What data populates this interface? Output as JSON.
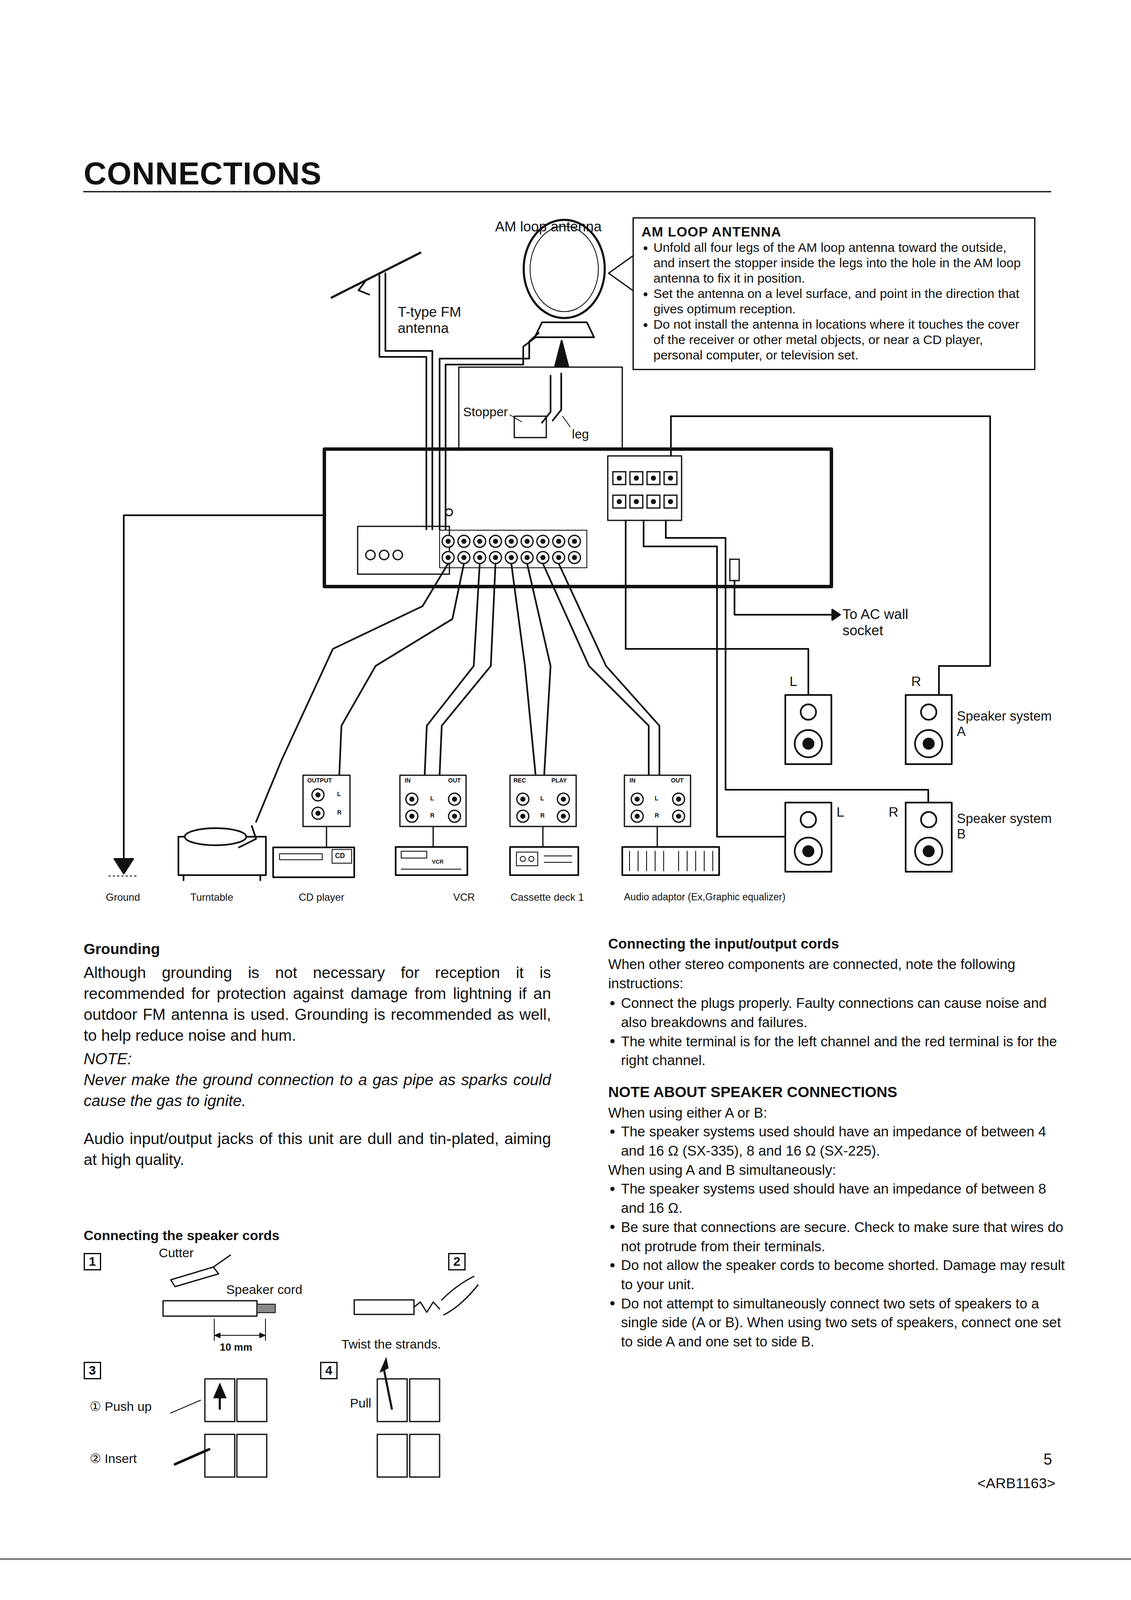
{
  "diagram": {
    "title": "CONNECTIONS",
    "nodes": [
      {
        "text": [
          "AM LOOP ANTENNA",
          "Unfold all four legs of the AM loop antenna toward the outside, and insert the stopper inside the legs into the hole in the AM loop antenna to fix it in position.",
          "Set the antenna on a level surface, and point in the direction that gives optimum reception.",
          "Do not install the antenna in locations where it touches the cover of the receiver or other metal objects, or near a CD player, personal computer, or television set."
        ]
      }
    ],
    "labels": [
      "AM loop antenna",
      "T-type FM antenna",
      "Stopper",
      "leg",
      "To AC wall socket",
      "L",
      "R",
      "Speaker system A",
      "L",
      "R",
      "Speaker system B",
      "Ground",
      "Turntable",
      "CD player",
      "VCR",
      "Cassette deck 1",
      "Audio adaptor (Ex,Graphic equalizer)",
      "OUTPUT",
      "L",
      "R",
      "IN",
      "OUT",
      "L",
      "R",
      "REC",
      "PLAY",
      "L",
      "R",
      "IN",
      "OUT",
      "L",
      "R",
      "CD",
      "VCR",
      "Grounding",
      "Although grounding is not necessary for reception it is recommended for protection against damage from lightning if an outdoor FM antenna is used. Grounding is recommended as well, to help reduce noise and hum.",
      "NOTE:",
      "Never make the ground connection to a gas pipe as sparks could cause the gas to ignite.",
      "Audio input/output jacks of this unit are dull and tin-plated, aiming at high quality.",
      "Connecting the speaker cords",
      "1",
      "Cutter",
      "Speaker cord",
      "10 mm",
      "2",
      "Twist the strands.",
      "3",
      "① Push up",
      "② Insert",
      "4",
      "Pull",
      "Connecting the input/output cords",
      "When other stereo components are connected, note the following instructions:",
      "Connect the plugs properly. Faulty connections can cause noise and also breakdowns and failures.",
      "The white terminal is for the left channel and the red terminal is for the right channel.",
      "NOTE ABOUT SPEAKER CONNECTIONS",
      "When using either A or B:",
      "The speaker systems used should have an impedance of between 4 and 16 Ω (SX-335), 8 and 16 Ω (SX-225).",
      "When using A and B simultaneously:",
      "The speaker systems used should have an impedance of between 8 and 16 Ω.",
      "Be sure that connections are secure. Check to make sure that wires do not protrude from their terminals.",
      "Do not allow the speaker cords to become shorted. Damage may result to your unit.",
      "Do not attempt to simultaneously connect two sets of speakers to a single side (A or B). When using two sets of speakers, connect one set to side A and one set to side B.",
      "5",
      "<ARB1163>"
    ]
  }
}
